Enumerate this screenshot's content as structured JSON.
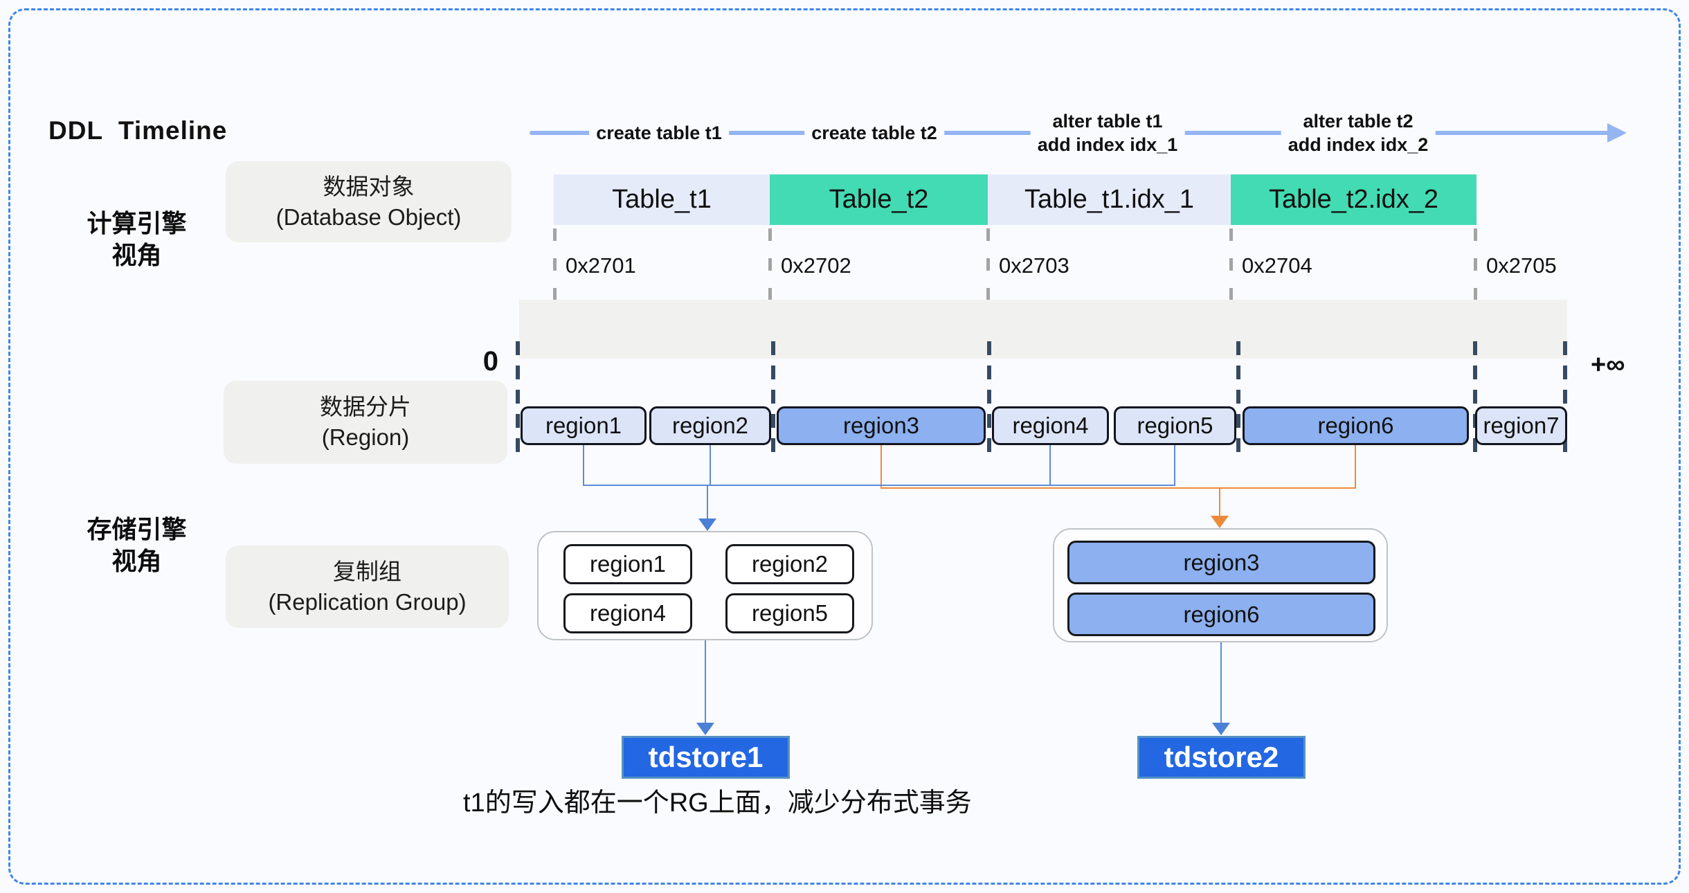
{
  "header": {
    "title": "DDL  Timeline"
  },
  "timeline": {
    "events": [
      {
        "line1": "create table t1"
      },
      {
        "line1": "create table t2"
      },
      {
        "line1": "alter table t1",
        "line2": "add index idx_1"
      },
      {
        "line1": "alter table t2",
        "line2": "add index idx_2"
      }
    ],
    "origin_label": "0",
    "infinity_label": "+∞",
    "keys": [
      {
        "label": "0x2701"
      },
      {
        "label": "0x2702"
      },
      {
        "label": "0x2703"
      },
      {
        "label": "0x2704"
      },
      {
        "label": "0x2705"
      }
    ]
  },
  "perspectives": {
    "compute": {
      "line1": "计算引擎",
      "line2": "视角"
    },
    "storage": {
      "line1": "存储引擎",
      "line2": "视角"
    }
  },
  "row_labels": {
    "database_object": {
      "line1": "数据对象",
      "line2": "(Database Object)"
    },
    "region": {
      "line1": "数据分片",
      "line2": "(Region)"
    },
    "replication_group": {
      "line1": "复制组",
      "line2": "(Replication Group)"
    }
  },
  "database_objects": [
    {
      "label": "Table_t1",
      "variant": "lavender"
    },
    {
      "label": "Table_t2",
      "variant": "green"
    },
    {
      "label": "Table_t1.idx_1",
      "variant": "lavender"
    },
    {
      "label": "Table_t2.idx_2",
      "variant": "green"
    }
  ],
  "regions": [
    {
      "label": "region1",
      "variant": "light"
    },
    {
      "label": "region2",
      "variant": "light"
    },
    {
      "label": "region3",
      "variant": "blue"
    },
    {
      "label": "region4",
      "variant": "light"
    },
    {
      "label": "region5",
      "variant": "light"
    },
    {
      "label": "region6",
      "variant": "blue"
    },
    {
      "label": "region7",
      "variant": "light"
    }
  ],
  "replication_group_1": {
    "regions": [
      {
        "label": "region1"
      },
      {
        "label": "region2"
      },
      {
        "label": "region4"
      },
      {
        "label": "region5"
      }
    ],
    "store": {
      "label": "tdstore1"
    }
  },
  "replication_group_2": {
    "regions": [
      {
        "label": "region3"
      },
      {
        "label": "region6"
      }
    ],
    "store": {
      "label": "tdstore2"
    }
  },
  "caption": "t1的写入都在一个RG上面，减少分布式事务",
  "colors": {
    "frame_blue": "#3f86e9",
    "timeline_blue": "#94b5f2",
    "connector_blue": "#5b8bd8",
    "connector_orange": "#ee8b3a",
    "object_lavender": "#e6ebfa",
    "object_green": "#43dbb3",
    "region_light": "#dce5f8",
    "region_blue": "#8cb0f0",
    "band_gray": "#f1f1ef",
    "label_gray": "#f0f0ee",
    "boundary_navy": "#374a61",
    "marker_gray": "#a3a3a3",
    "store_blue": "#2467e3"
  }
}
